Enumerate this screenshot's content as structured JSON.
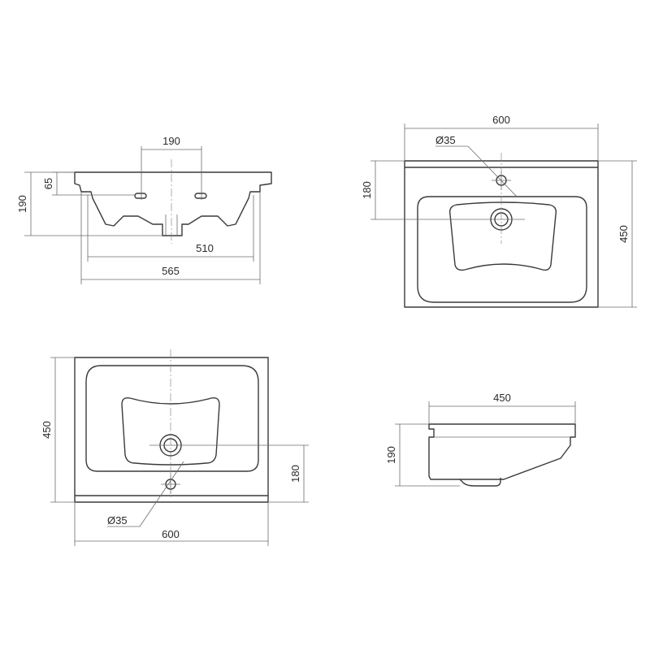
{
  "front_view": {
    "dim_faucet_spacing": "190",
    "dim_rim": "65",
    "dim_height": "190",
    "dim_inner_width": "510",
    "dim_overall_width": "565"
  },
  "top_view_upper": {
    "dim_width": "600",
    "dim_depth": "450",
    "dim_hole_offset": "180",
    "dim_hole_diameter": "Ø35"
  },
  "top_view_lower": {
    "dim_width": "600",
    "dim_depth": "450",
    "dim_hole_offset": "180",
    "dim_hole_diameter": "Ø35"
  },
  "side_view": {
    "dim_depth": "450",
    "dim_height": "190"
  }
}
